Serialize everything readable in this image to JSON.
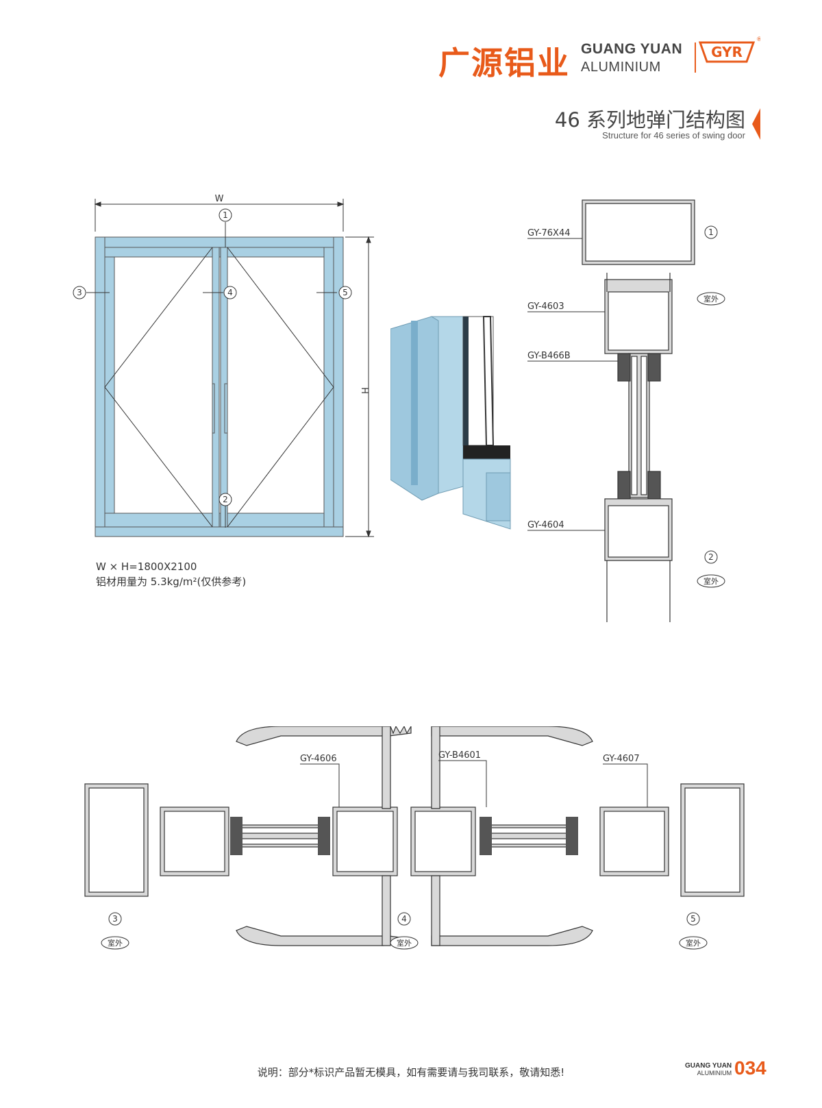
{
  "header": {
    "brand_cn": "广源铝业",
    "brand_en_1": "GUANG YUAN",
    "brand_en_2": "ALUMINIUM",
    "logo_letters": "GYR",
    "registered_mark": "®",
    "title_cn": "46 系列地弹门结构图",
    "title_en": "Structure for 46 series of swing door"
  },
  "elevation": {
    "width_label": "W",
    "height_label": "H",
    "markers": [
      "1",
      "2",
      "3",
      "4",
      "5"
    ],
    "spec_line_1": "W × H=1800X2100",
    "spec_line_2": "铝材用量为 5.3kg/m²(仅供参考)"
  },
  "vertical_section": {
    "labels": [
      "GY-76X44",
      "GY-4603",
      "GY-B466B",
      "GY-4604"
    ],
    "marker_top": "1",
    "marker_bottom": "2",
    "outdoor": "室外"
  },
  "horizontal_section": {
    "labels": [
      "GY-4606",
      "GY-B4601",
      "GY-4607"
    ],
    "markers": [
      "3",
      "4",
      "5"
    ],
    "outdoor": "室外"
  },
  "footer": {
    "note": "说明：部分*标识产品暂无模具，如有需要请与我司联系，敬请知悉!",
    "brand_1": "GUANG YUAN",
    "brand_2": "ALUMINIUM",
    "page": "034"
  },
  "colors": {
    "accent": "#e85a1a",
    "frame_blue": "#a9d0e3",
    "profile_grey": "#d9d9d9",
    "line": "#333333"
  }
}
